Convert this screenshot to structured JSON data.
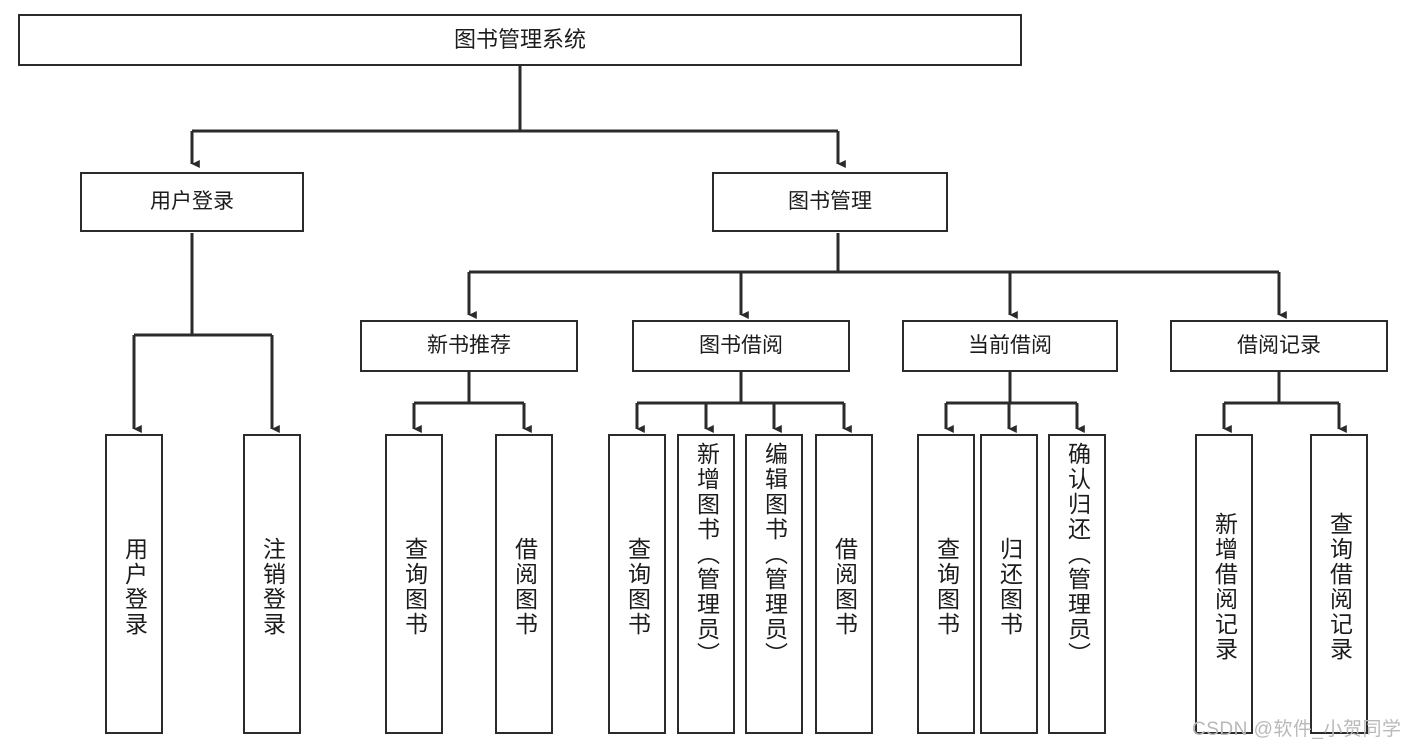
{
  "diagram": {
    "type": "tree-hierarchy",
    "title": "图书管理系统",
    "stroke_color": "#2b2b2b",
    "background_color": "#ffffff",
    "text_color": "#1c1c1c",
    "nodes": {
      "root": {
        "label": "图书管理系统",
        "orientation": "horizontal",
        "level": 0
      },
      "n_user_login": {
        "label": "用户登录",
        "orientation": "horizontal",
        "level": 1
      },
      "n_book_manage": {
        "label": "图书管理",
        "orientation": "horizontal",
        "level": 1
      },
      "n_new_book_rec": {
        "label": "新书推荐",
        "orientation": "horizontal",
        "level": 2
      },
      "n_book_borrow": {
        "label": "图书借阅",
        "orientation": "horizontal",
        "level": 2
      },
      "n_current_borrow": {
        "label": "当前借阅",
        "orientation": "horizontal",
        "level": 2
      },
      "n_borrow_record": {
        "label": "借阅记录",
        "orientation": "horizontal",
        "level": 2
      },
      "leaf_user_login": {
        "label": "用户登录",
        "orientation": "vertical",
        "level": 3
      },
      "leaf_logout": {
        "label": "注销登录",
        "orientation": "vertical",
        "level": 3
      },
      "leaf_query_book_1": {
        "label": "查询图书",
        "orientation": "vertical",
        "level": 3
      },
      "leaf_borrow_book_1": {
        "label": "借阅图书",
        "orientation": "vertical",
        "level": 3
      },
      "leaf_query_book_2": {
        "label": "查询图书",
        "orientation": "vertical",
        "level": 3
      },
      "leaf_add_book": {
        "label": "新增图书（管理员）",
        "orientation": "vertical",
        "level": 3
      },
      "leaf_edit_book": {
        "label": "编辑图书（管理员）",
        "orientation": "vertical",
        "level": 3
      },
      "leaf_borrow_book_2": {
        "label": "借阅图书",
        "orientation": "vertical",
        "level": 3
      },
      "leaf_query_book_3": {
        "label": "查询图书",
        "orientation": "vertical",
        "level": 3
      },
      "leaf_return_book": {
        "label": "归还图书",
        "orientation": "vertical",
        "level": 3
      },
      "leaf_confirm_return": {
        "label": "确认归还（管理员）",
        "orientation": "vertical",
        "level": 3
      },
      "leaf_add_record": {
        "label": "新增借阅记录",
        "orientation": "vertical",
        "level": 3
      },
      "leaf_query_record": {
        "label": "查询借阅记录",
        "orientation": "vertical",
        "level": 3
      }
    },
    "edges": [
      {
        "from": "root",
        "to": "n_user_login"
      },
      {
        "from": "root",
        "to": "n_book_manage"
      },
      {
        "from": "n_user_login",
        "to": "leaf_user_login"
      },
      {
        "from": "n_user_login",
        "to": "leaf_logout"
      },
      {
        "from": "n_book_manage",
        "to": "n_new_book_rec"
      },
      {
        "from": "n_book_manage",
        "to": "n_book_borrow"
      },
      {
        "from": "n_book_manage",
        "to": "n_current_borrow"
      },
      {
        "from": "n_book_manage",
        "to": "n_borrow_record"
      },
      {
        "from": "n_new_book_rec",
        "to": "leaf_query_book_1"
      },
      {
        "from": "n_new_book_rec",
        "to": "leaf_borrow_book_1"
      },
      {
        "from": "n_book_borrow",
        "to": "leaf_query_book_2"
      },
      {
        "from": "n_book_borrow",
        "to": "leaf_add_book"
      },
      {
        "from": "n_book_borrow",
        "to": "leaf_edit_book"
      },
      {
        "from": "n_book_borrow",
        "to": "leaf_borrow_book_2"
      },
      {
        "from": "n_current_borrow",
        "to": "leaf_query_book_3"
      },
      {
        "from": "n_current_borrow",
        "to": "leaf_return_book"
      },
      {
        "from": "n_current_borrow",
        "to": "leaf_confirm_return"
      },
      {
        "from": "n_borrow_record",
        "to": "leaf_add_record"
      },
      {
        "from": "n_borrow_record",
        "to": "leaf_query_record"
      }
    ]
  },
  "watermark": {
    "text": "CSDN @软件_小贺同学"
  }
}
